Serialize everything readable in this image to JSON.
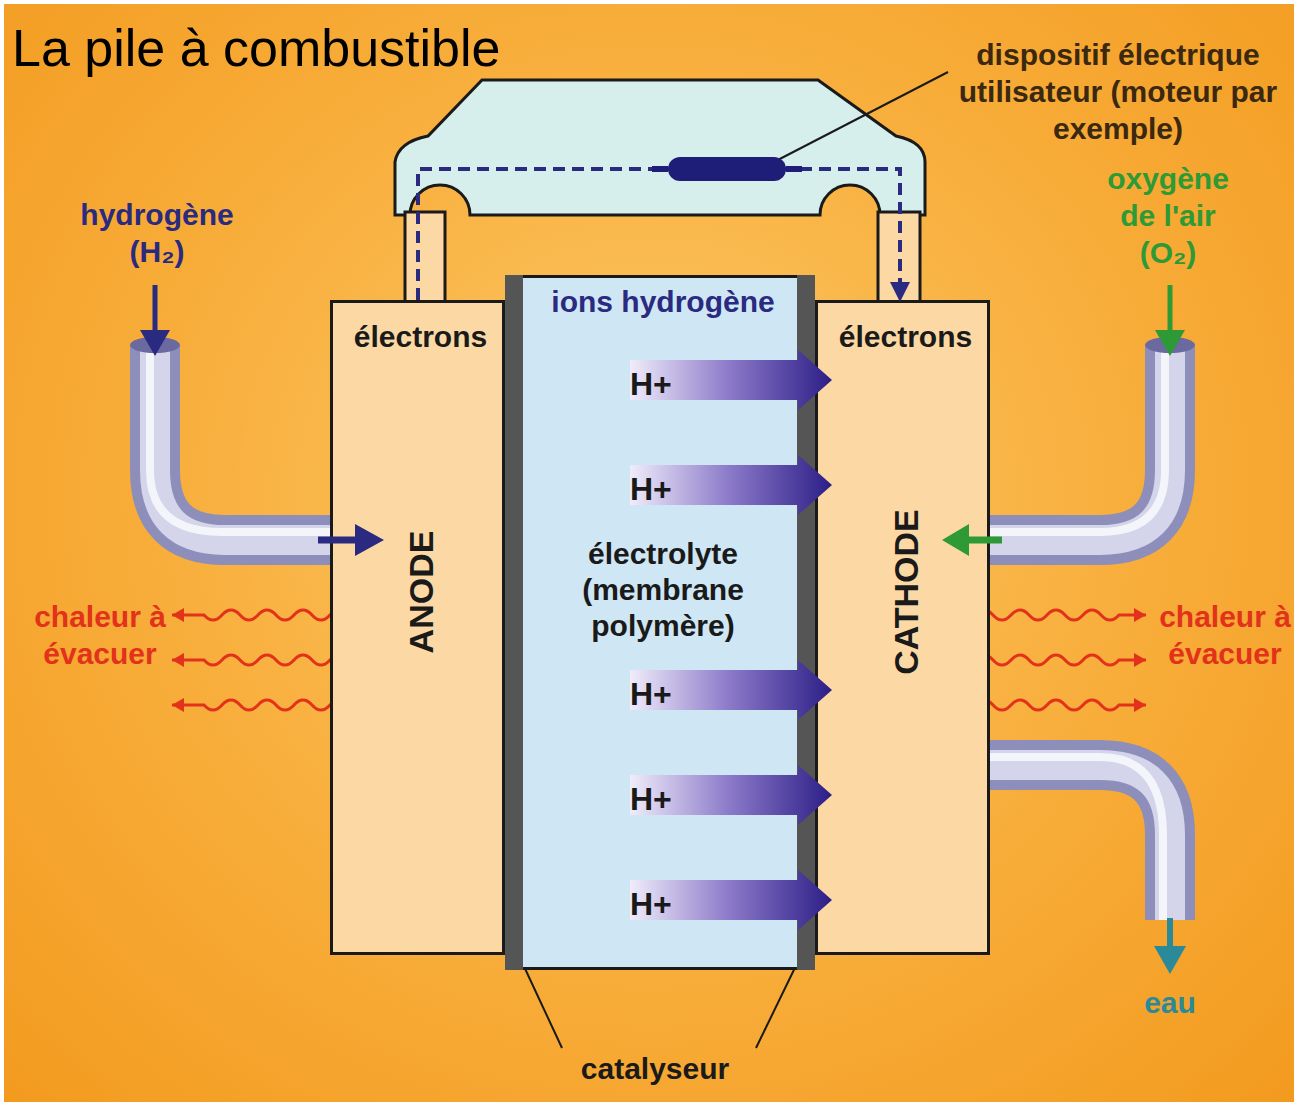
{
  "diagram": {
    "title": "La pile à combustible",
    "nodes": [
      {
        "text": [
          "électrons",
          "ANODE"
        ]
      },
      {
        "text": [
          "ions hydrogène",
          "H+",
          "H+",
          "électrolyte (membrane polymère)",
          "H+",
          "H+",
          "H+"
        ]
      },
      {
        "text": [
          "électrons",
          "CATHODE"
        ]
      }
    ],
    "edges": [
      {
        "from": 0,
        "to": 2,
        "arrow": "to"
      }
    ],
    "labels": [
      "dispositif électrique utilisateur (moteur par exemple)",
      "hydrogène (H₂)",
      "oxygène de l'air (O₂)",
      "chaleur à évacuer",
      "chaleur à évacuer",
      "eau",
      "catalyseur"
    ]
  }
}
